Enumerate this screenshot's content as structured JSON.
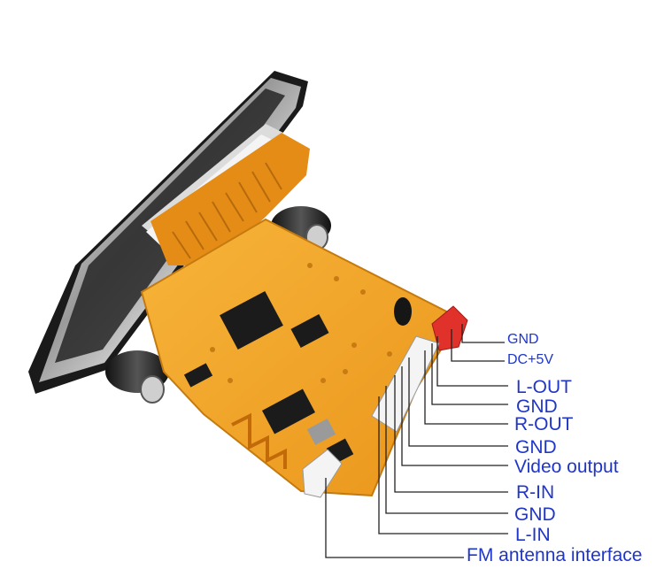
{
  "colors": {
    "pcb": "#f2a521",
    "pcb_dark": "#d98a12",
    "label_text": "#1f36c8",
    "leader_line": "#222222",
    "red_connector": "#e0322b",
    "white_connector": "#f4f4f4"
  },
  "labels": [
    {
      "id": "gnd-top",
      "text": "GND"
    },
    {
      "id": "dc-5v",
      "text": "DC+5V"
    },
    {
      "id": "l-out",
      "text": "L-OUT"
    },
    {
      "id": "gnd-2",
      "text": "GND"
    },
    {
      "id": "r-out",
      "text": "R-OUT"
    },
    {
      "id": "gnd-3",
      "text": "GND"
    },
    {
      "id": "video-output",
      "text": "Video output"
    },
    {
      "id": "r-in",
      "text": "R-IN"
    },
    {
      "id": "gnd-4",
      "text": "GND"
    },
    {
      "id": "l-in",
      "text": "L-IN"
    },
    {
      "id": "fm-antenna",
      "text": "FM antenna interface"
    }
  ]
}
